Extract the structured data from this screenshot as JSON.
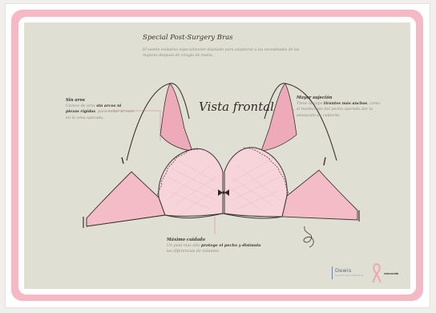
{
  "title": "Special Post-Surgery Bras",
  "intro": "El sostén evolutivo especialmente diseñado para adaptarse a las necesidades de las mujeres después de cirugía de mama.",
  "view_label": "Vista frontal",
  "notes": {
    "left": {
      "title": "Sin aros",
      "text_1": "Carece de aros",
      "emph_1": "sin arcos ni piezas rígidas",
      "text_2": ", para evitar el roce en la zona operada."
    },
    "right": {
      "title": "Mayor sujeción",
      "text_1": "Tiene la copa",
      "emph_1": "tirantes más anchos",
      "text_2": ", como el bordecosto del pecho operado dar la sensación de cubierto."
    },
    "bottom": {
      "title": "Máximo cuidado",
      "text_1": "Un peto más alto",
      "emph_1": "protege el pecho y disimula",
      "text_2": "las diferencias de volumen."
    }
  },
  "brand": {
    "name": "Dewis",
    "tagline": "Lencería post-mastectomía",
    "org": "ASOCIACIÓN"
  },
  "colors": {
    "frame_pink": "#f4b9c4",
    "panel_green": "#dfe0d3",
    "bra_pink": "#f7d3da",
    "bra_dark_pink": "#eeaab8",
    "callout_line": "#e39aa9"
  }
}
